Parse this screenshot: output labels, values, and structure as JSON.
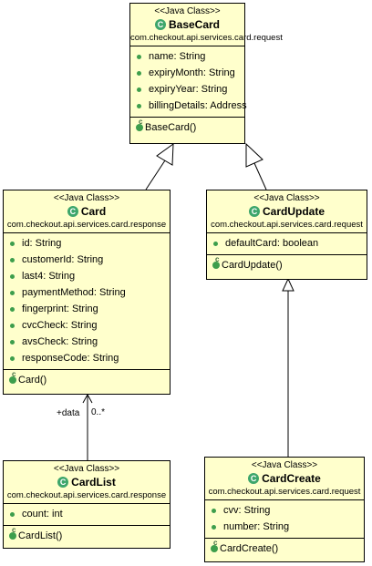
{
  "classes": {
    "basecard": {
      "stereotype": "<<Java Class>>",
      "icon": "class-icon",
      "name": "BaseCard",
      "package": "com.checkout.api.services.card.request",
      "attributes": [
        "name: String",
        "expiryMonth: String",
        "expiryYear: String",
        "billingDetails: Address"
      ],
      "operations": [
        "BaseCard()"
      ]
    },
    "card": {
      "stereotype": "<<Java Class>>",
      "icon": "class-icon",
      "name": "Card",
      "package": "com.checkout.api.services.card.response",
      "attributes": [
        "id: String",
        "customerId: String",
        "last4: String",
        "paymentMethod: String",
        "fingerprint: String",
        "cvcCheck: String",
        "avsCheck: String",
        "responseCode: String"
      ],
      "operations": [
        "Card()"
      ]
    },
    "cardupdate": {
      "stereotype": "<<Java Class>>",
      "icon": "class-icon",
      "name": "CardUpdate",
      "package": "com.checkout.api.services.card.request",
      "attributes": [
        "defaultCard: boolean"
      ],
      "operations": [
        "CardUpdate()"
      ]
    },
    "cardlist": {
      "stereotype": "<<Java Class>>",
      "icon": "class-icon",
      "name": "CardList",
      "package": "com.checkout.api.services.card.response",
      "attributes": [
        "count: int"
      ],
      "operations": [
        "CardList()"
      ]
    },
    "cardcreate": {
      "stereotype": "<<Java Class>>",
      "icon": "class-icon",
      "name": "CardCreate",
      "package": "com.checkout.api.services.card.request",
      "attributes": [
        "cvv: String",
        "number: String"
      ],
      "operations": [
        "CardCreate()"
      ]
    }
  },
  "association": {
    "role": "+data",
    "multiplicity": "0..*"
  },
  "colors": {
    "class_fill": "#ffffcc",
    "icon_green": "#3da66b",
    "line": "#000000"
  }
}
